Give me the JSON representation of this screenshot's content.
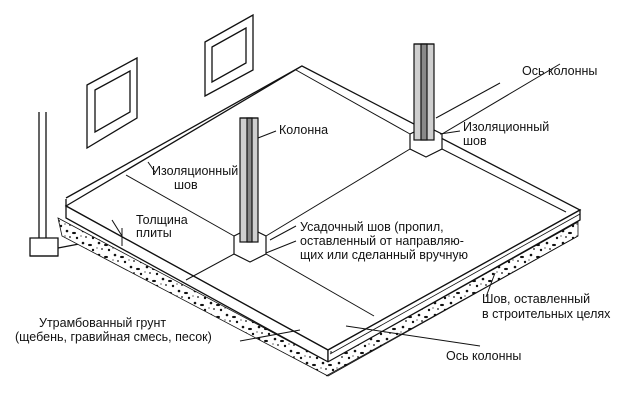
{
  "labels": {
    "column_axis_top": "Ось колонны",
    "column": "Колонна",
    "isolation_joint_right_1": "Изоляционный",
    "isolation_joint_right_2": "шов",
    "isolation_joint_left_1": "Изоляционный",
    "isolation_joint_left_2": "шов",
    "slab_thickness_1": "Толщина",
    "slab_thickness_2": "плиты",
    "shrinkage_joint_1": "Усадочный шов (пропил,",
    "shrinkage_joint_2": "оставленный от направляю-",
    "shrinkage_joint_3": "щих или сделанный вручную",
    "construction_joint_1": "Шов, оставленный",
    "construction_joint_2": "в строительных целях",
    "compacted_soil_1": "Утрамбованный грунт",
    "compacted_soil_2": "(щебень, гравийная смесь, песок)",
    "column_axis_bottom": "Ось колонны"
  }
}
